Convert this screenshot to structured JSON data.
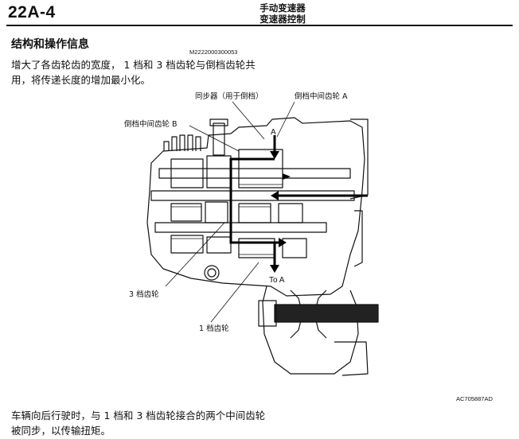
{
  "header": {
    "page_id": "22A-4",
    "title_line1": "手动变速器",
    "title_line2": "变速器控制"
  },
  "section": {
    "title": "结构和操作信息",
    "figure_code": "M2222000300053"
  },
  "paragraph1": "增大了各齿轮齿的宽度， 1 档和 3 档齿轮与倒档齿轮共用，将传递长度的增加最小化。",
  "paragraph2": "车辆向后行驶时，与 1 档和 3 档齿轮接合的两个中间齿轮被同步，以传输扭矩。",
  "diagram": {
    "callouts": {
      "synchronizer_reverse": "同步器（用于倒档）",
      "reverse_idler_a": "倒档中间齿轮 A",
      "reverse_idler_b": "倒档中间齿轮 B",
      "gear_3rd": "3 档齿轮",
      "gear_1st": "1 档齿轮"
    },
    "marker_a": "A",
    "marker_to_a": "To A",
    "figure_id": "AC705887AD"
  }
}
